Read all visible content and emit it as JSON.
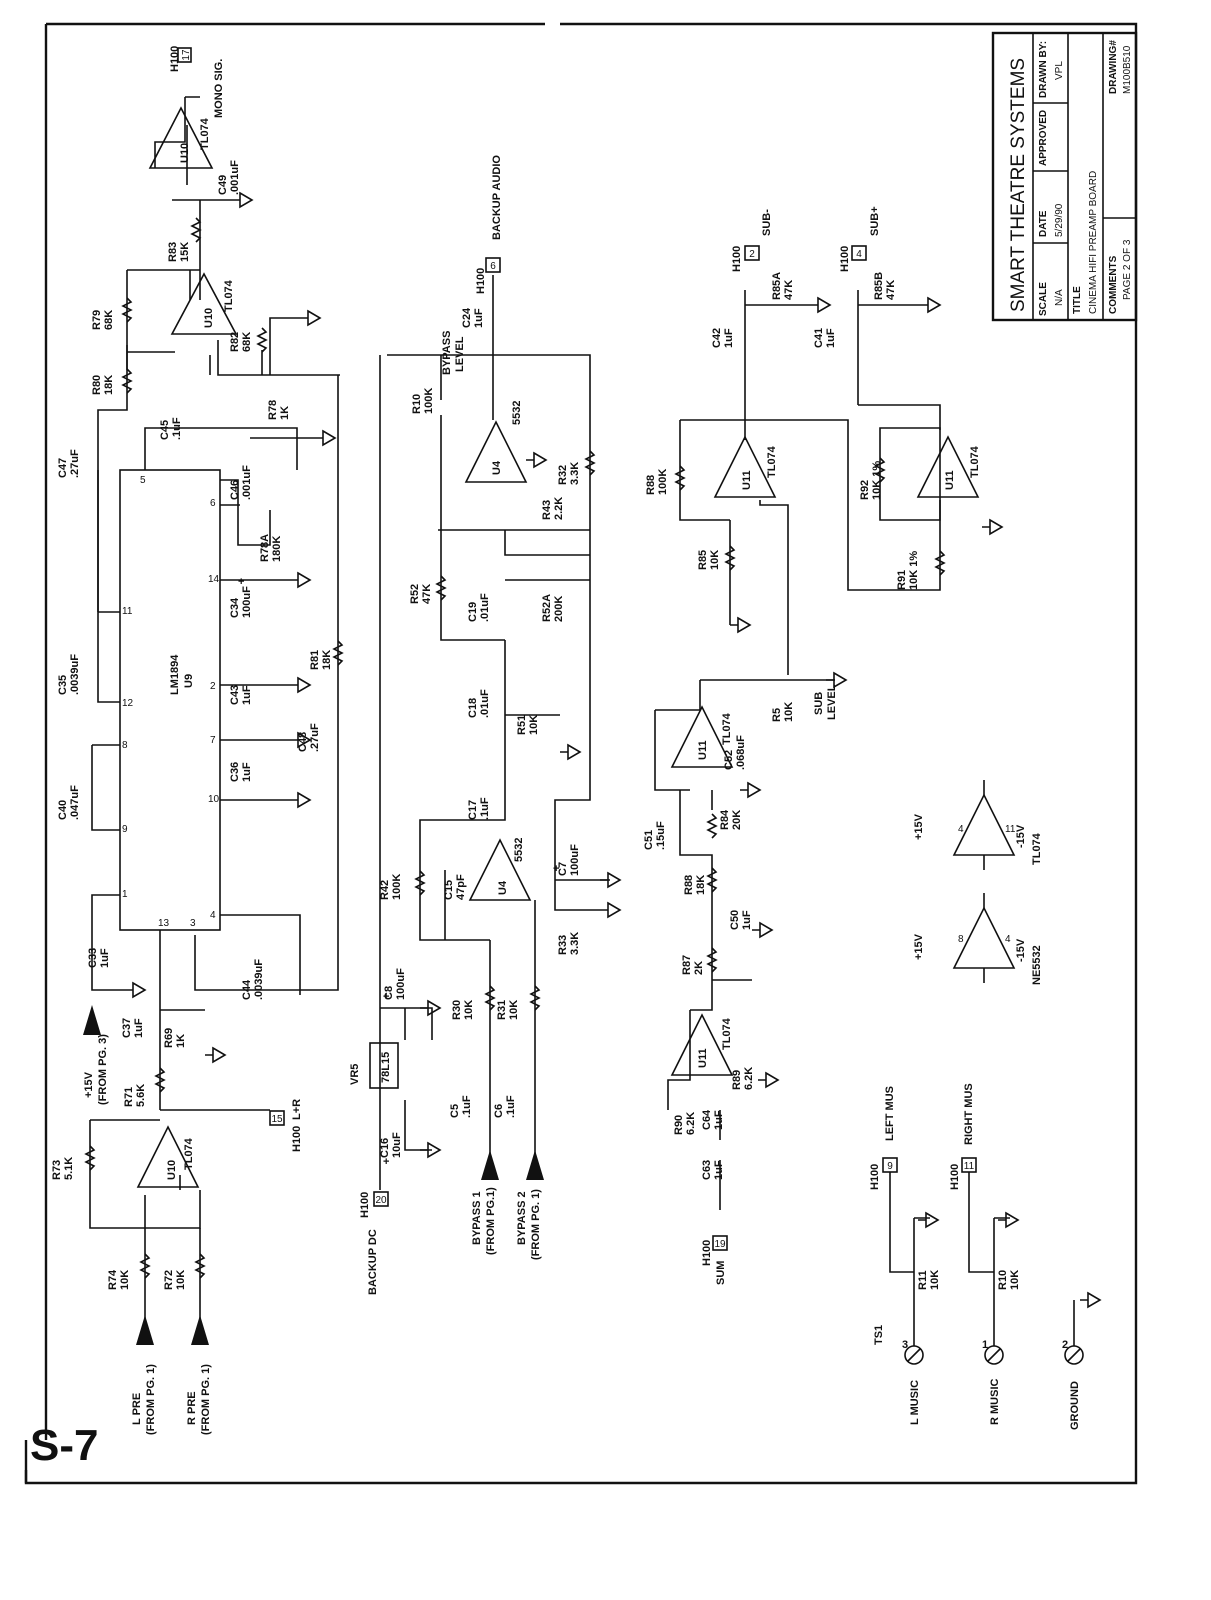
{
  "sheet": {
    "id": "S-7"
  },
  "title_block": {
    "company": "SMART  THEATRE  SYSTEMS",
    "scale_label": "SCALE",
    "scale_value": "N/A",
    "date_label": "DATE",
    "date_value": "5/29/90",
    "approved_label": "APPROVED",
    "drawn_label": "DRAWN BY:",
    "drawn_value": "VPL",
    "title_label": "TITLE",
    "title_value": "CINEMA HIFI PREAMP BOARD",
    "comments_label": "COMMENTS",
    "comments_value": "PAGE  2  OF  3",
    "drawing_label": "DRAWING#",
    "drawing_value": "M100B510"
  },
  "terminals": [
    {
      "id": "h100-17",
      "num": "17",
      "h": "H100",
      "label": "MONO SIG."
    },
    {
      "id": "h100-6",
      "num": "6",
      "h": "H100",
      "label": "BACKUP AUDIO"
    },
    {
      "id": "h100-2",
      "num": "2",
      "h": "H100",
      "label": "SUB-"
    },
    {
      "id": "h100-4",
      "num": "4",
      "h": "H100",
      "label": "SUB+"
    },
    {
      "id": "h100-15",
      "num": "15",
      "h": "H100",
      "label": "L+R"
    },
    {
      "id": "h100-20",
      "num": "20",
      "h": "H100",
      "label": "BACKUP DC"
    },
    {
      "id": "h100-19",
      "num": "19",
      "h": "H100",
      "label": "SUM"
    },
    {
      "id": "h100-9",
      "num": "9",
      "h": "H100",
      "label": "LEFT MUS"
    },
    {
      "id": "h100-11",
      "num": "11",
      "h": "H100",
      "label": "RIGHT MUS"
    }
  ],
  "inputs": [
    {
      "id": "plus15",
      "l1": "+15V",
      "l2": "(FROM PG. 3)"
    },
    {
      "id": "lpre",
      "l1": "L PRE",
      "l2": "(FROM PG. 1)"
    },
    {
      "id": "rpre",
      "l1": "R PRE",
      "l2": "(FROM PG. 1)"
    },
    {
      "id": "bypass1",
      "l1": "BYPASS 1",
      "l2": "(FROM PG.1)"
    },
    {
      "id": "bypass2",
      "l1": "BYPASS 2",
      "l2": "(FROM PG. 1)"
    }
  ],
  "ics": {
    "u9": {
      "ref": "U9",
      "part": "LM1894"
    },
    "tl074": "TL074",
    "u10": "U10",
    "u11": "U11",
    "u4": "U4",
    "n5532": "5532",
    "ne5532": "NE5532",
    "vr5": "VR5",
    "v78l15": "78L15"
  },
  "power_legend": {
    "p15": "+15V",
    "m15": "-15V"
  },
  "ts": {
    "name": "TS1",
    "l_music": "L MUSIC",
    "r_music": "R MUSIC",
    "ground": "GROUND"
  },
  "level_labels": {
    "bypass": "BYPASS",
    "level": "LEVEL",
    "sub": "SUB"
  },
  "pins": [
    "1",
    "2",
    "3",
    "4",
    "5",
    "6",
    "7",
    "8",
    "9",
    "10",
    "11",
    "12",
    "13",
    "14"
  ],
  "plus_sign": "+",
  "components": [
    {
      "id": "c49",
      "ref": "C49",
      "val": ".001uF"
    },
    {
      "id": "r83",
      "ref": "R83",
      "val": "15K"
    },
    {
      "id": "r79",
      "ref": "R79",
      "val": "68K"
    },
    {
      "id": "r82",
      "ref": "R82",
      "val": "68K"
    },
    {
      "id": "r80",
      "ref": "R80",
      "val": "18K"
    },
    {
      "id": "c47",
      "ref": "C47",
      "val": ".27uF"
    },
    {
      "id": "c45",
      "ref": "C45",
      "val": ".1uF"
    },
    {
      "id": "r78",
      "ref": "R78",
      "val": "1K"
    },
    {
      "id": "c46",
      "ref": "C46",
      "val": ".001uF"
    },
    {
      "id": "r78a",
      "ref": "R78A",
      "val": "180K"
    },
    {
      "id": "c34",
      "ref": "C34",
      "val": "100uF"
    },
    {
      "id": "c35",
      "ref": "C35",
      "val": ".0039uF"
    },
    {
      "id": "c43",
      "ref": "C43",
      "val": "1uF"
    },
    {
      "id": "r81",
      "ref": "R81",
      "val": "18K"
    },
    {
      "id": "c36",
      "ref": "C36",
      "val": "1uF"
    },
    {
      "id": "c48",
      "ref": "C48",
      "val": ".27uF"
    },
    {
      "id": "c40",
      "ref": "C40",
      "val": ".047uF"
    },
    {
      "id": "c44",
      "ref": "C44",
      "val": ".0039uF"
    },
    {
      "id": "c33",
      "ref": "C33",
      "val": "1uF"
    },
    {
      "id": "c37",
      "ref": "C37",
      "val": "1uF"
    },
    {
      "id": "r69",
      "ref": "R69",
      "val": "1K"
    },
    {
      "id": "r71",
      "ref": "R71",
      "val": "5.6K"
    },
    {
      "id": "r73",
      "ref": "R73",
      "val": "5.1K"
    },
    {
      "id": "r74",
      "ref": "R74",
      "val": "10K"
    },
    {
      "id": "r72",
      "ref": "R72",
      "val": "10K"
    },
    {
      "id": "c24",
      "ref": "C24",
      "val": "1uF"
    },
    {
      "id": "r10a",
      "ref": "R10",
      "val": "100K"
    },
    {
      "id": "r32",
      "ref": "R32",
      "val": "3.3K"
    },
    {
      "id": "r43",
      "ref": "R43",
      "val": "2.2K"
    },
    {
      "id": "r52",
      "ref": "R52",
      "val": "47K"
    },
    {
      "id": "c19",
      "ref": "C19",
      "val": ".01uF"
    },
    {
      "id": "r52a",
      "ref": "R52A",
      "val": "200K"
    },
    {
      "id": "c18",
      "ref": "C18",
      "val": ".01uF"
    },
    {
      "id": "r51",
      "ref": "R51",
      "val": "10K"
    },
    {
      "id": "c17",
      "ref": "C17",
      "val": ".1uF"
    },
    {
      "id": "c7",
      "ref": "C7",
      "val": "100uF"
    },
    {
      "id": "r42",
      "ref": "R42",
      "val": "100K"
    },
    {
      "id": "c15",
      "ref": "C15",
      "val": "47pF"
    },
    {
      "id": "r33",
      "ref": "R33",
      "val": "3.3K"
    },
    {
      "id": "c8",
      "ref": "C8",
      "val": "100uF"
    },
    {
      "id": "r30",
      "ref": "R30",
      "val": "10K"
    },
    {
      "id": "r31",
      "ref": "R31",
      "val": "10K"
    },
    {
      "id": "c16",
      "ref": "C16",
      "val": "10uF"
    },
    {
      "id": "c5",
      "ref": "C5",
      "val": ".1uF"
    },
    {
      "id": "c6",
      "ref": "C6",
      "val": ".1uF"
    },
    {
      "id": "r85a",
      "ref": "R85A",
      "val": "47K"
    },
    {
      "id": "c42",
      "ref": "C42",
      "val": "1uF"
    },
    {
      "id": "r85b",
      "ref": "R85B",
      "val": "47K"
    },
    {
      "id": "c41",
      "ref": "C41",
      "val": "1uF"
    },
    {
      "id": "r88a",
      "ref": "R88",
      "val": "100K"
    },
    {
      "id": "r92",
      "ref": "R92",
      "val": "10K 1%"
    },
    {
      "id": "r85",
      "ref": "R85",
      "val": "10K"
    },
    {
      "id": "r91",
      "ref": "R91",
      "val": "10K 1%"
    },
    {
      "id": "r5",
      "ref": "R5",
      "val": "10K"
    },
    {
      "id": "c52",
      "ref": "C52",
      "val": ".068uF"
    },
    {
      "id": "c51",
      "ref": "C51",
      "val": ".15uF"
    },
    {
      "id": "r84",
      "ref": "R84",
      "val": "20K"
    },
    {
      "id": "r88b",
      "ref": "R88",
      "val": "18K"
    },
    {
      "id": "c50",
      "ref": "C50",
      "val": "1uF"
    },
    {
      "id": "r87",
      "ref": "R87",
      "val": "2K"
    },
    {
      "id": "r89",
      "ref": "R89",
      "val": "6.2K"
    },
    {
      "id": "r90",
      "ref": "R90",
      "val": "6.2K"
    },
    {
      "id": "c64",
      "ref": "C64",
      "val": "1uF"
    },
    {
      "id": "c63",
      "ref": "C63",
      "val": "1uF"
    },
    {
      "id": "r11",
      "ref": "R11",
      "val": "10K"
    },
    {
      "id": "r10b",
      "ref": "R10",
      "val": "10K"
    }
  ]
}
